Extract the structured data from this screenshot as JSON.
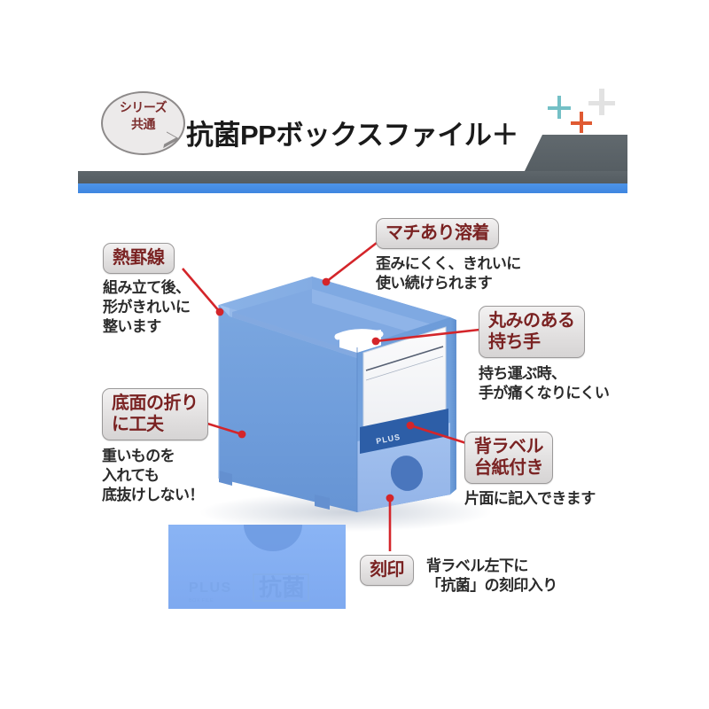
{
  "header": {
    "badge_line1": "シリーズ",
    "badge_line2": "共通",
    "title": "抗菌PPボックスファイル＋",
    "accent_blue": "#4289e2",
    "accent_dark": "#5a6267",
    "plus_colors": [
      "#74c0c6",
      "#e2e2e2",
      "#e05a32"
    ]
  },
  "product": {
    "brand_label": "PLUS",
    "emboss_brand": "PLUS",
    "emboss_text": "抗菌",
    "body_color": "#6f9fdd",
    "front_color": "#9dbdec",
    "label_color": "#f4f5f7",
    "strip_color": "#2f5fa8"
  },
  "callouts": [
    {
      "id": "netsukeisen",
      "chip": [
        "熱罫線"
      ],
      "desc": [
        "組み立て後、",
        "形がきれいに",
        "整います"
      ]
    },
    {
      "id": "machi-ari-yochaku",
      "chip": [
        "マチあり溶着"
      ],
      "desc": [
        "歪みにくく、きれいに",
        "使い続けられます"
      ]
    },
    {
      "id": "marumi-no-aru-mochite",
      "chip": [
        "丸みのある",
        "持ち手"
      ],
      "desc": [
        "持ち運ぶ時、",
        "手が痛くなりにくい"
      ]
    },
    {
      "id": "teimen-no-ori",
      "chip": [
        "底面の折り",
        "に工夫"
      ],
      "desc": [
        "重いものを",
        "入れても",
        "底抜けしない！"
      ]
    },
    {
      "id": "se-label-daishi",
      "chip": [
        "背ラベル",
        "台紙付き"
      ],
      "desc": [
        "片面に記入できます"
      ]
    },
    {
      "id": "kokuin",
      "chip": [
        "刻印"
      ],
      "desc": [
        "背ラベル左下に",
        "「抗菌」の刻印入り"
      ]
    }
  ],
  "leader_color": "#d4252a"
}
